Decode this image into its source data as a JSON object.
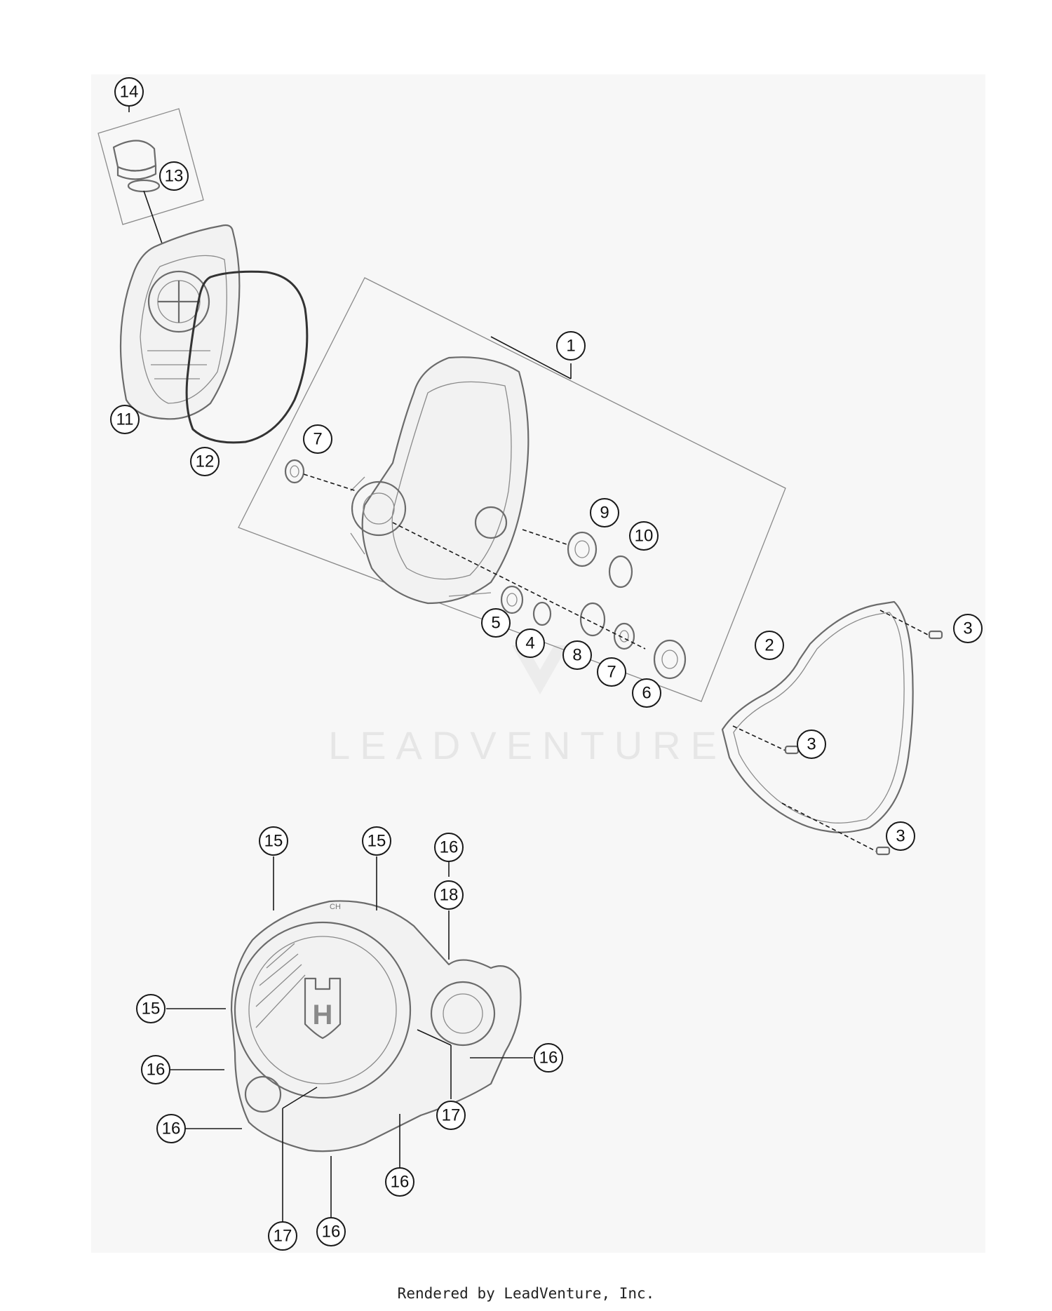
{
  "watermark": "LEADVENTURE",
  "footer": "Rendered by LeadVenture, Inc.",
  "logo_letter": "H",
  "cover_stamp": "CH",
  "callouts": {
    "c14": "14",
    "c13": "13",
    "c11": "11",
    "c12": "12",
    "c1": "1",
    "c7a": "7",
    "c9": "9",
    "c10": "10",
    "c5": "5",
    "c4": "4",
    "c8": "8",
    "c7b": "7",
    "c6": "6",
    "c2": "2",
    "c3a": "3",
    "c3b": "3",
    "c3c": "3",
    "c15a": "15",
    "c15b": "15",
    "c15c": "15",
    "c16a": "16",
    "c18": "18",
    "c16b": "16",
    "c16c": "16",
    "c16d": "16",
    "c16e": "16",
    "c16f": "16",
    "c17a": "17",
    "c17b": "17"
  },
  "colors": {
    "line": "#1a1a1a",
    "part": "#6b6b6b",
    "background_panel": "#f6f6f6"
  }
}
